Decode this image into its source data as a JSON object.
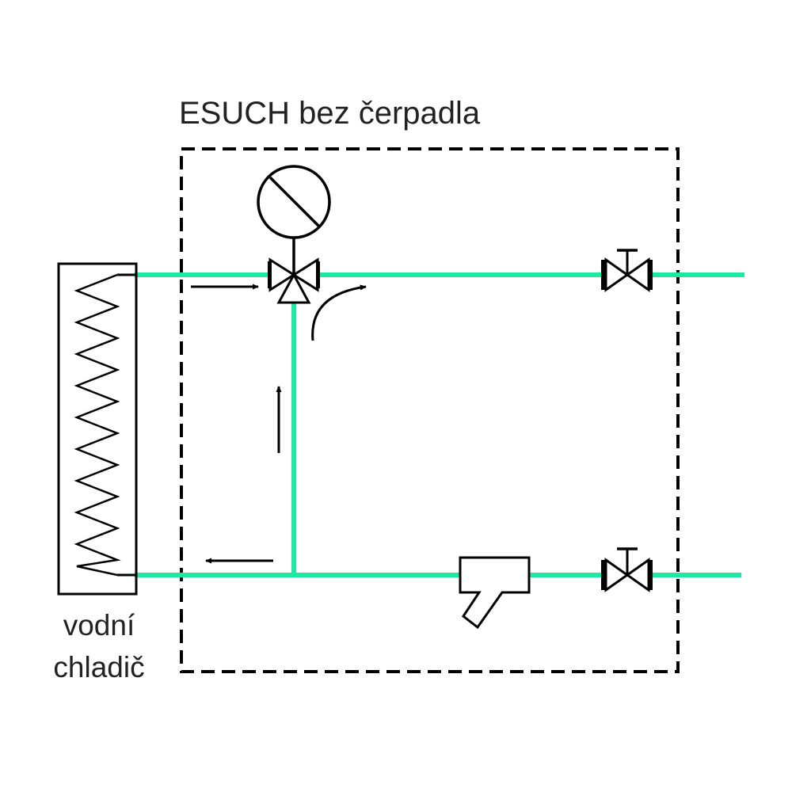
{
  "diagram": {
    "title": "ESUCH bez čerpadla",
    "radiator_label": {
      "line1": "vodní",
      "line2": "chladič"
    }
  },
  "colors": {
    "pipe": "#1fe8a0",
    "line": "#000000",
    "text": "#222222",
    "background": "#ffffff"
  },
  "icons": [
    "radiator-coil-icon",
    "motor-actuator-icon",
    "three-way-valve-icon",
    "shutoff-valve-icon",
    "strainer-filter-icon",
    "flow-arrow-icon"
  ]
}
